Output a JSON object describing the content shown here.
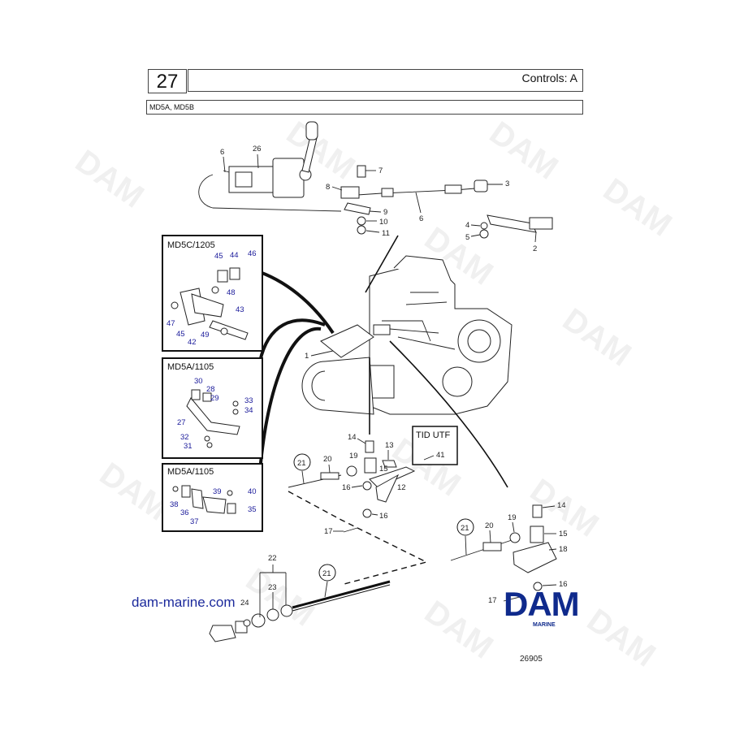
{
  "header": {
    "page_number": "27",
    "title": "Controls: A",
    "models": "MD5A, MD5B"
  },
  "insets": [
    {
      "title": "MD5C/1205",
      "labels": [
        "45",
        "44",
        "46",
        "48",
        "43",
        "47",
        "45",
        "42",
        "49"
      ]
    },
    {
      "title": "MD5A/1105",
      "labels": [
        "30",
        "28",
        "29",
        "33",
        "34",
        "27",
        "32",
        "31"
      ]
    },
    {
      "title": "MD5A/1105",
      "labels": [
        "38",
        "36",
        "37",
        "39",
        "40",
        "35"
      ]
    }
  ],
  "tid_box": "TID UTF",
  "callouts": {
    "top": [
      "6",
      "26",
      "7",
      "8",
      "3",
      "9",
      "10",
      "11",
      "6",
      "4",
      "5",
      "2"
    ],
    "engine": [
      "1"
    ],
    "middle": [
      "14",
      "19",
      "13",
      "15",
      "41",
      "16",
      "12",
      "16",
      "17",
      "20",
      "21"
    ],
    "right": [
      "14",
      "21",
      "20",
      "19",
      "15",
      "18",
      "16",
      "17"
    ],
    "bottom": [
      "22",
      "23",
      "21",
      "24"
    ]
  },
  "watermark": "DAM",
  "footer": {
    "link": "dam-marine.com",
    "drawing_number": "26905"
  },
  "logo": {
    "text": "DAM",
    "subtext": "MARINE",
    "color": "#0f2a8c"
  },
  "colors": {
    "callout_text": "#1a1a9a",
    "link": "#1c2a9c"
  }
}
